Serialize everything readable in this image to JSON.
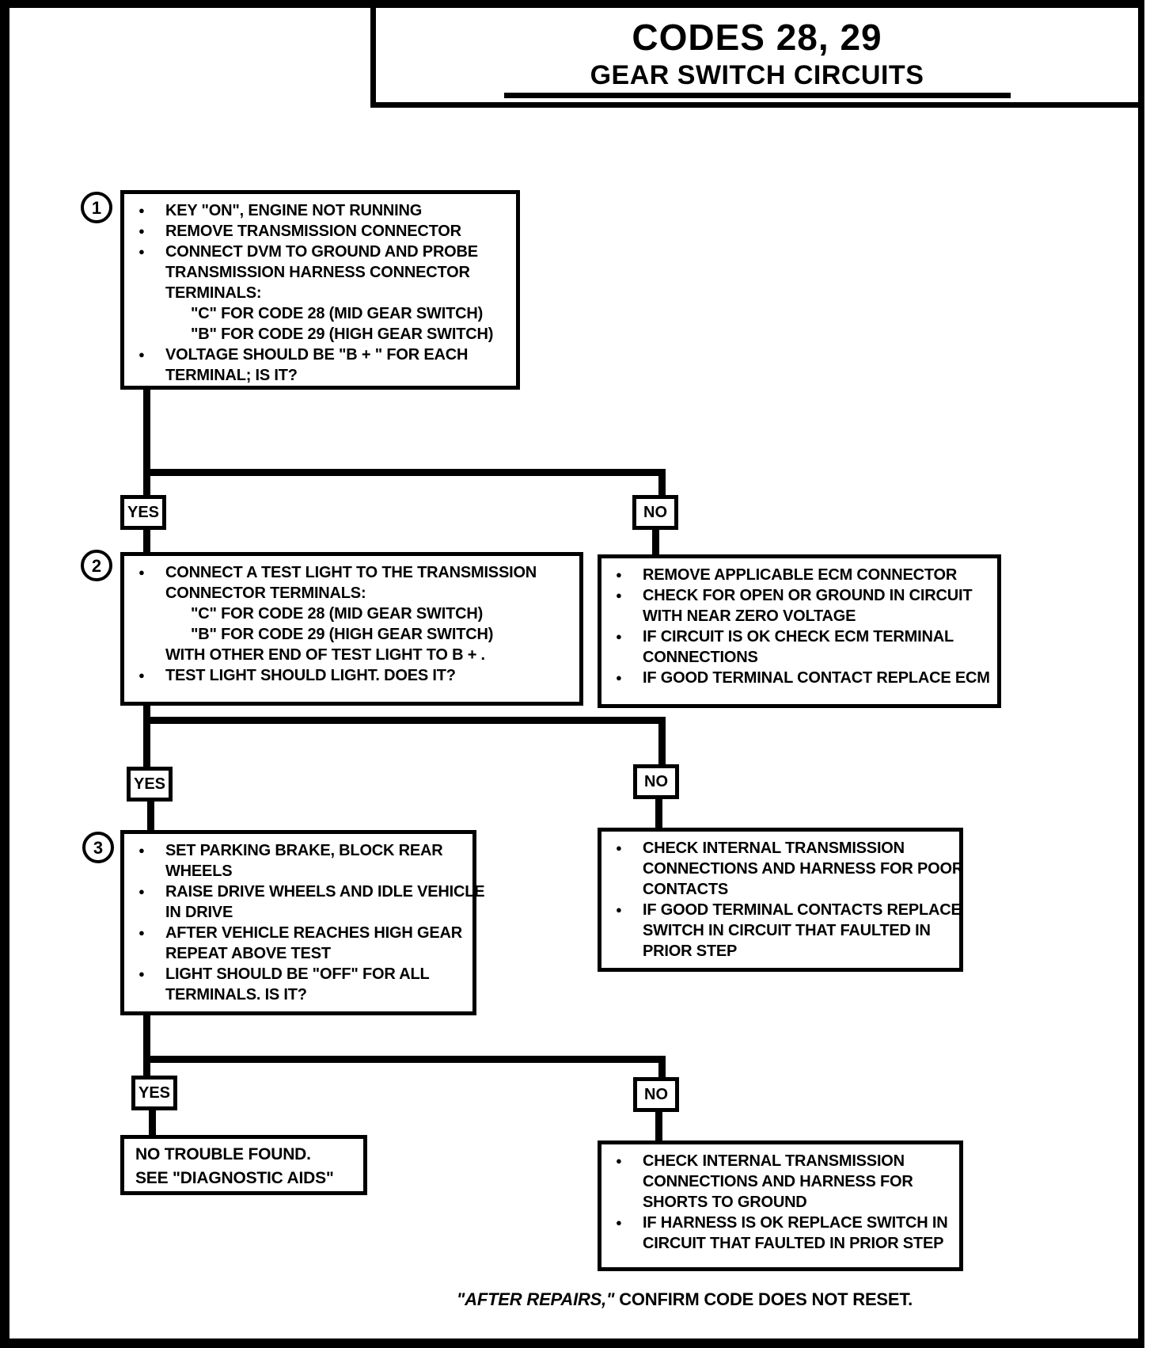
{
  "title": {
    "line1": "CODES 28, 29",
    "line2": "GEAR SWITCH CIRCUITS"
  },
  "labels": {
    "yes": "YES",
    "no": "NO"
  },
  "colors": {
    "ink": "#000000",
    "paper": "#ffffff"
  },
  "steps": [
    {
      "number": "1",
      "lines": [
        {
          "t": "bullet",
          "text": "KEY \"ON\", ENGINE NOT RUNNING"
        },
        {
          "t": "bullet",
          "text": "REMOVE TRANSMISSION CONNECTOR"
        },
        {
          "t": "bullet",
          "text": "CONNECT DVM TO GROUND AND PROBE"
        },
        {
          "t": "cont",
          "text": "TRANSMISSION HARNESS CONNECTOR"
        },
        {
          "t": "cont",
          "text": "TERMINALS:"
        },
        {
          "t": "sub",
          "text": "\"C\" FOR CODE 28 (MID GEAR SWITCH)"
        },
        {
          "t": "sub",
          "text": "\"B\" FOR CODE 29 (HIGH GEAR SWITCH)"
        },
        {
          "t": "bullet",
          "text": "VOLTAGE  SHOULD BE \"B + \" FOR EACH"
        },
        {
          "t": "cont",
          "text": "TERMINAL; IS IT?"
        }
      ]
    },
    {
      "number": "2",
      "lines": [
        {
          "t": "bullet",
          "text": "CONNECT A TEST LIGHT TO THE TRANSMISSION"
        },
        {
          "t": "cont",
          "text": "CONNECTOR TERMINALS:"
        },
        {
          "t": "sub",
          "text": "\"C\" FOR CODE 28 (MID GEAR SWITCH)"
        },
        {
          "t": "sub",
          "text": "\"B\" FOR CODE 29 (HIGH GEAR SWITCH)"
        },
        {
          "t": "cont",
          "text": "WITH OTHER END OF TEST LIGHT TO B + ."
        },
        {
          "t": "bullet",
          "text": "TEST LIGHT SHOULD LIGHT.  DOES IT?"
        }
      ]
    },
    {
      "number": "3",
      "lines": [
        {
          "t": "bullet",
          "text": "SET PARKING BRAKE, BLOCK REAR"
        },
        {
          "t": "cont",
          "text": "WHEELS"
        },
        {
          "t": "bullet",
          "text": "RAISE DRIVE WHEELS AND IDLE VEHICLE"
        },
        {
          "t": "cont",
          "text": "IN DRIVE"
        },
        {
          "t": "bullet",
          "text": "AFTER VEHICLE REACHES HIGH GEAR"
        },
        {
          "t": "cont",
          "text": "REPEAT ABOVE TEST"
        },
        {
          "t": "bullet",
          "text": "LIGHT SHOULD BE \"OFF\" FOR ALL"
        },
        {
          "t": "cont",
          "text": "TERMINALS.  IS IT?"
        }
      ]
    }
  ],
  "results": {
    "ecm": {
      "lines": [
        {
          "t": "bullet",
          "text": "REMOVE APPLICABLE ECM CONNECTOR"
        },
        {
          "t": "bullet",
          "text": "CHECK FOR OPEN OR GROUND IN CIRCUIT"
        },
        {
          "t": "cont",
          "text": "WITH NEAR ZERO VOLTAGE"
        },
        {
          "t": "bullet",
          "text": "IF CIRCUIT IS OK CHECK ECM TERMINAL"
        },
        {
          "t": "cont",
          "text": "CONNECTIONS"
        },
        {
          "t": "bullet",
          "text": "IF GOOD TERMINAL CONTACT REPLACE ECM"
        }
      ]
    },
    "poor_contacts": {
      "lines": [
        {
          "t": "bullet",
          "text": "CHECK INTERNAL TRANSMISSION"
        },
        {
          "t": "cont",
          "text": "CONNECTIONS AND HARNESS FOR POOR"
        },
        {
          "t": "cont",
          "text": "CONTACTS"
        },
        {
          "t": "bullet",
          "text": "IF GOOD TERMINAL CONTACTS REPLACE"
        },
        {
          "t": "cont",
          "text": "SWITCH IN CIRCUIT THAT FAULTED IN"
        },
        {
          "t": "cont",
          "text": "PRIOR STEP"
        }
      ]
    },
    "no_trouble": {
      "lines": [
        {
          "t": "plain",
          "text": "NO TROUBLE FOUND."
        },
        {
          "t": "plain",
          "text": "SEE  \"DIAGNOSTIC AIDS\""
        }
      ]
    },
    "shorts": {
      "lines": [
        {
          "t": "bullet",
          "text": "CHECK INTERNAL TRANSMISSION"
        },
        {
          "t": "cont",
          "text": "CONNECTIONS AND HARNESS FOR"
        },
        {
          "t": "cont",
          "text": "SHORTS TO GROUND"
        },
        {
          "t": "bullet",
          "text": "IF HARNESS IS OK REPLACE SWITCH IN"
        },
        {
          "t": "cont",
          "text": "CIRCUIT THAT FAULTED IN PRIOR STEP"
        }
      ]
    }
  },
  "footer": {
    "prefix": "\"AFTER REPAIRS,\"",
    "suffix": " CONFIRM CODE DOES NOT RESET."
  }
}
